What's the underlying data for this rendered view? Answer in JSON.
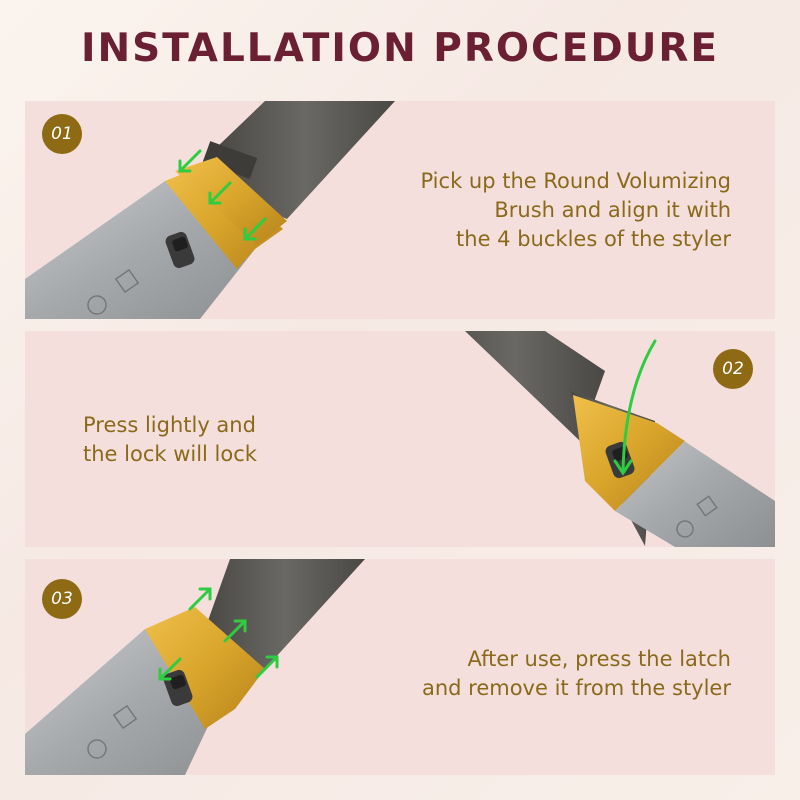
{
  "title": "INSTALLATION PROCEDURE",
  "steps": [
    {
      "number": "01",
      "lines": [
        "Pick up the Round Volumizing",
        "Brush and align it with",
        "the 4 buckles of the styler"
      ]
    },
    {
      "number": "02",
      "lines": [
        "Press lightly and",
        "the lock will lock"
      ]
    },
    {
      "number": "03",
      "lines": [
        "After use, press the latch",
        "and remove it from the styler"
      ]
    }
  ],
  "colors": {
    "title": "#6b1f33",
    "badge": "#8e6a14",
    "caption": "#8a6a1a",
    "panel": "#f4dfdd",
    "arrow": "#2ecc40",
    "gold": "#d9a52b",
    "handle": "#a9acaf",
    "brush": "#55534f"
  },
  "icons": [
    "green-arrow-icon",
    "lock-switch-icon",
    "ce-mark-icon"
  ]
}
